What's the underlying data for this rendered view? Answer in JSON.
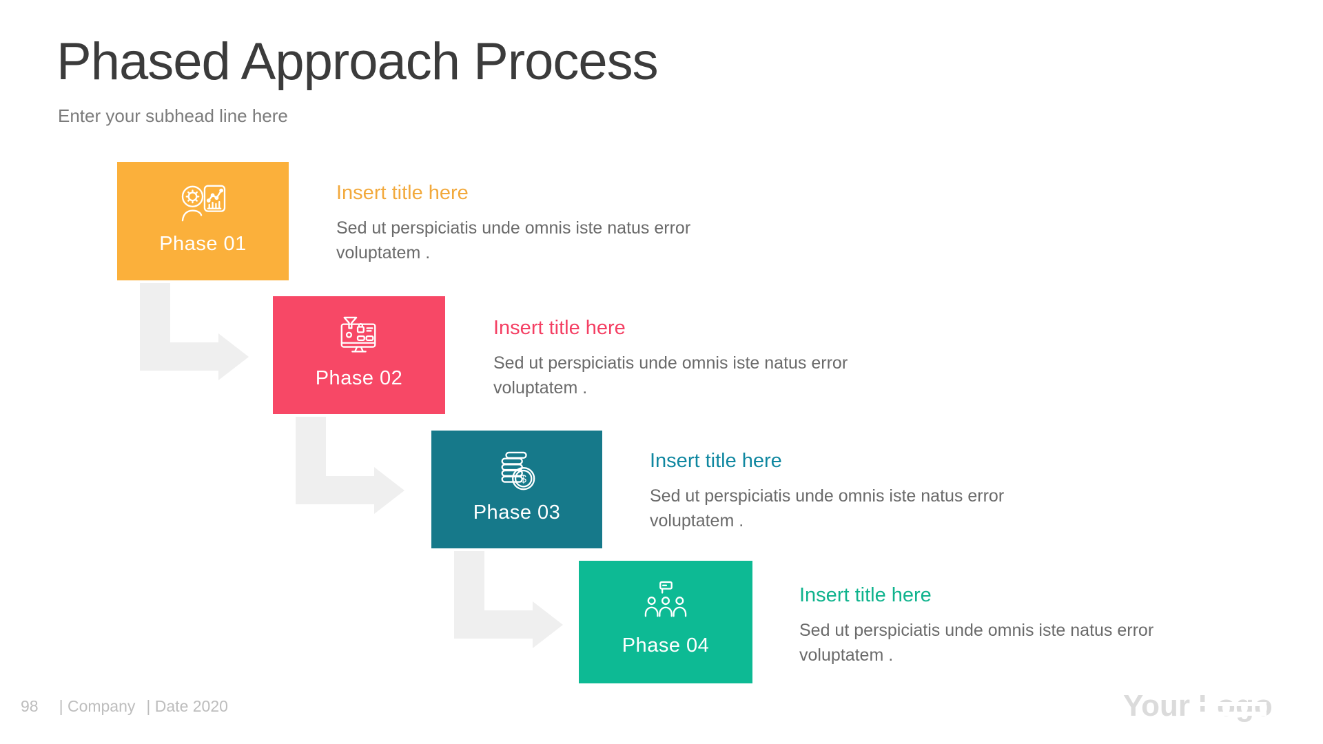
{
  "slide": {
    "title": "Phased Approach Process",
    "subtitle": "Enter your subhead line here"
  },
  "phases": [
    {
      "label": "Phase 01",
      "title": "Insert title here",
      "description": "Sed ut perspiciatis unde omnis iste natus error voluptatem .",
      "color": "#FBB03B",
      "title_color": "#F2A93C",
      "icon": "head-gear-analytics-icon"
    },
    {
      "label": "Phase 02",
      "title": "Insert title here",
      "description": "Sed ut perspiciatis unde omnis iste natus error voluptatem .",
      "color": "#F74866",
      "title_color": "#F43F63",
      "icon": "monitor-funnel-icon"
    },
    {
      "label": "Phase 03",
      "title": "Insert title here",
      "description": "Sed ut perspiciatis unde omnis iste natus error voluptatem .",
      "color": "#16798A",
      "title_color": "#0F87A0",
      "icon": "coins-dollar-icon"
    },
    {
      "label": "Phase 04",
      "title": "Insert title here",
      "description": "Sed ut perspiciatis unde omnis iste natus error voluptatem .",
      "color": "#0DBA94",
      "title_color": "#0FB38D",
      "icon": "team-flag-icon"
    }
  ],
  "footer": {
    "page_number": "98",
    "company": "| Company",
    "date": "| Date 2020",
    "logo": "Your Logo"
  },
  "colors": {
    "title": "#3B3B3B",
    "subtitle": "#7B7B7B",
    "description": "#6A6A6A",
    "arrow": "#EFEFEF",
    "footer": "#BDBDBD",
    "logo": "#DBDBDB"
  }
}
